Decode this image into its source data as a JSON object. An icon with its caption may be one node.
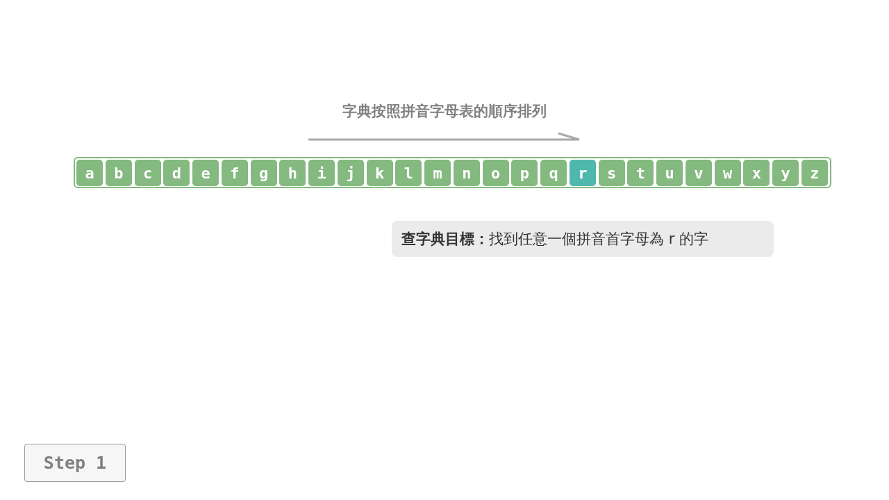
{
  "diagram": {
    "nodes": [
      {
        "text": [],
        "shape": "box"
      },
      {
        "text": [
          "a"
        ],
        "in": 0
      },
      {
        "text": [
          "b"
        ],
        "in": 0
      },
      {
        "text": [
          "c"
        ],
        "in": 0
      },
      {
        "text": [
          "d"
        ],
        "in": 0
      },
      {
        "text": [
          "e"
        ],
        "in": 0
      },
      {
        "text": [
          "f"
        ],
        "in": 0
      },
      {
        "text": [
          "g"
        ],
        "in": 0
      },
      {
        "text": [
          "h"
        ],
        "in": 0
      },
      {
        "text": [
          "i"
        ],
        "in": 0
      },
      {
        "text": [
          "j"
        ],
        "in": 0
      },
      {
        "text": [
          "k"
        ],
        "in": 0
      },
      {
        "text": [
          "l"
        ],
        "in": 0
      },
      {
        "text": [
          "m"
        ],
        "in": 0
      },
      {
        "text": [
          "n"
        ],
        "in": 0
      },
      {
        "text": [
          "o"
        ],
        "in": 0
      },
      {
        "text": [
          "p"
        ],
        "in": 0
      },
      {
        "text": [
          "q"
        ],
        "in": 0
      },
      {
        "text": [
          "r"
        ],
        "in": 0
      },
      {
        "text": [
          "s"
        ],
        "in": 0
      },
      {
        "text": [
          "t"
        ],
        "in": 0
      },
      {
        "text": [
          "u"
        ],
        "in": 0
      },
      {
        "text": [
          "v"
        ],
        "in": 0
      },
      {
        "text": [
          "w"
        ],
        "in": 0
      },
      {
        "text": [
          "x"
        ],
        "in": 0
      },
      {
        "text": [
          "y"
        ],
        "in": 0
      },
      {
        "text": [
          "z"
        ],
        "in": 0
      },
      {
        "text": [
          "**查字典目標：**找到任意一個拼音首字母為 r 的字"
        ]
      },
      {
        "text": [
          "Step 1"
        ]
      }
    ],
    "labels": [
      "字典按照拼音字母表的順序排列"
    ]
  }
}
